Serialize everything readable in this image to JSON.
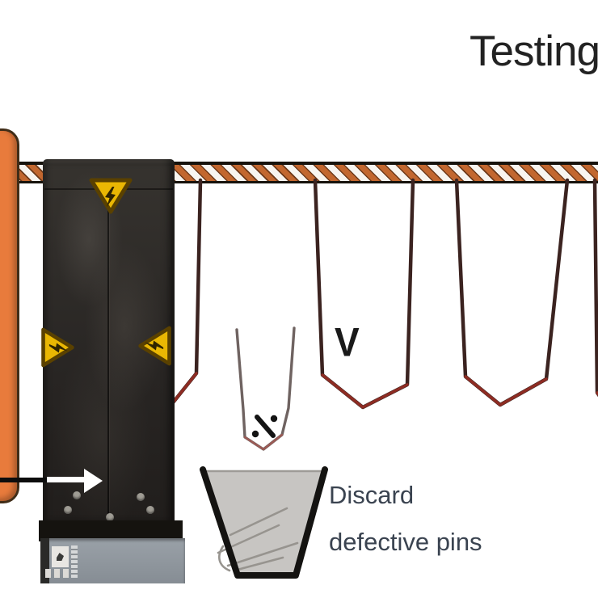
{
  "title": {
    "text": "Testing"
  },
  "annotations": {
    "pass_mark": "V",
    "reject_mark": "dot-slash-dot"
  },
  "discard_note": {
    "line1": "Discard",
    "line2": "defective pins"
  },
  "machine": {
    "role": "pin-testing-unit",
    "warning_symbol": "high-voltage-triangle",
    "warning_triangle_count": 3
  },
  "pins": {
    "hanging_count": 4,
    "falling_defective_count": 1,
    "discarded_in_bin_count": 4
  },
  "colors": {
    "accent_orange": "#e87b3c",
    "stripe_orange": "#c2672f",
    "warning_yellow": "#eab703",
    "machine_black": "#2b2825",
    "pin_dark": "#3b2320",
    "pin_red": "#8e2c23",
    "bin_gray": "#c7c5c2",
    "note_text": "#3a4350"
  }
}
